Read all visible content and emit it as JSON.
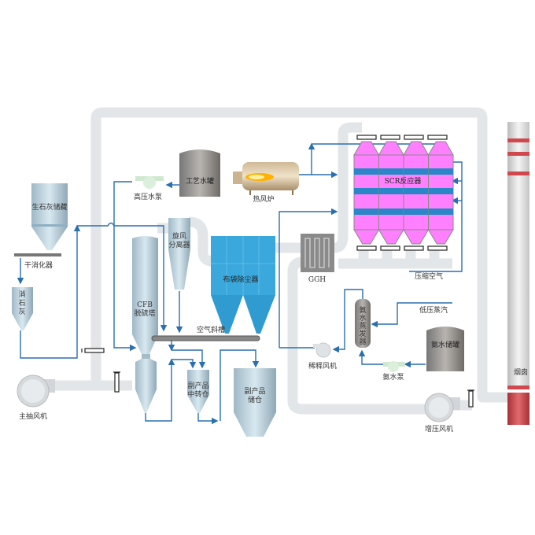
{
  "labels": {
    "lime_silo": "生石灰储藏",
    "dry_digester": "干消化器",
    "slaked_lime": [
      "消",
      "石",
      "灰"
    ],
    "main_fan": "主抽风机",
    "high_pressure_pump": "高压水泵",
    "process_water_tank": "工艺水罐",
    "hot_air_furnace": "热风炉",
    "cyclone": [
      "旋风",
      "分离器"
    ],
    "cfb_tower": [
      "CFB",
      "脱硫塔"
    ],
    "bag_filter": "布袋除尘器",
    "air_slide": "空气斜槽",
    "byproduct_transfer": [
      "副产品",
      "中转仓"
    ],
    "byproduct_storage": [
      "副产品",
      "储仓"
    ],
    "scr_reactor": "SCR反应器",
    "ggh": "GGH",
    "compressed_air": "压缩空气",
    "low_pressure_steam": "低压蒸汽",
    "ammonia_evaporator": [
      "氨",
      "水",
      "蒸",
      "发",
      "器"
    ],
    "dilution_fan": "稀释风机",
    "ammonia_tank": "氨水储罐",
    "ammonia_pump": "氨水泵",
    "booster_fan": "增压风机",
    "chimney": "烟囱"
  },
  "colors": {
    "flow_line": "#2a6fb0",
    "pipe": "#e4e6e8",
    "scr_body": "#ff80ff",
    "scr_band": "#2a86c6",
    "bag_filter": "#3aa8dc",
    "chimney_band": "#d0484e"
  }
}
